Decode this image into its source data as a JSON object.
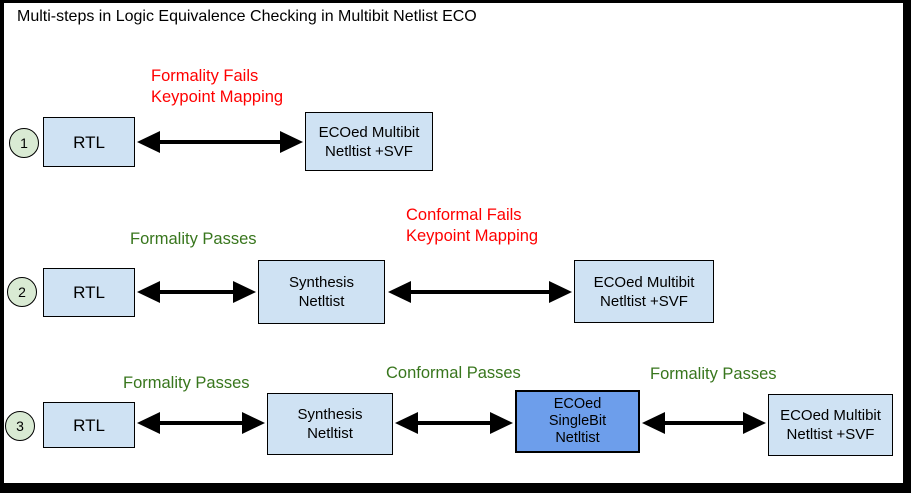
{
  "title": "Multi-steps in Logic Equivalence Checking in Multibit Netlist ECO",
  "colors": {
    "box_fill_light_blue": "#cfe2f3",
    "box_fill_cornflower_blue": "#6d9eeb",
    "step_circle_fill_green": "#d9ead3",
    "fail_label_red": "#ff0000",
    "pass_label_green": "#38761d",
    "arrow_and_border_black": "#000000"
  },
  "rows": [
    {
      "step": "1",
      "fail_label": [
        "Formality Fails",
        "Keypoint Mapping"
      ],
      "boxes": {
        "rtl": "RTL",
        "eco_multibit": [
          "ECOed Multibit",
          "Netltist +SVF"
        ]
      }
    },
    {
      "step": "2",
      "pass_label": "Formality Passes",
      "fail_label": [
        "Conformal Fails",
        "Keypoint Mapping"
      ],
      "boxes": {
        "rtl": "RTL",
        "synthesis": [
          "Synthesis",
          "Netltist"
        ],
        "eco_multibit": [
          "ECOed Multibit",
          "Netltist +SVF"
        ]
      }
    },
    {
      "step": "3",
      "pass_labels": [
        "Formality Passes",
        "Conformal Passes",
        "Formality Passes"
      ],
      "boxes": {
        "rtl": "RTL",
        "synthesis": [
          "Synthesis",
          "Netltist"
        ],
        "eco_singlebit": [
          "ECOed",
          "SingleBit",
          "Netltist"
        ],
        "eco_multibit": [
          "ECOed Multibit",
          "Netltist +SVF"
        ]
      }
    }
  ]
}
